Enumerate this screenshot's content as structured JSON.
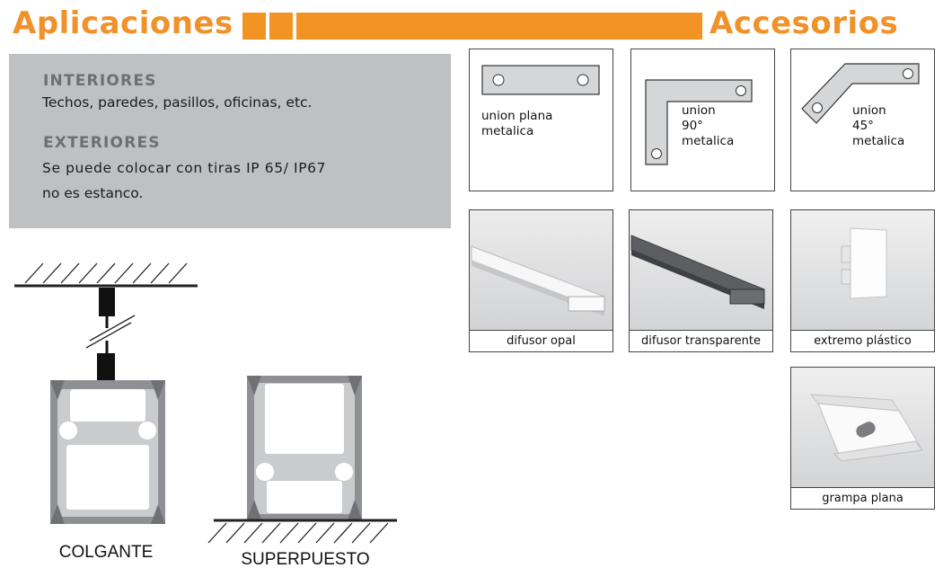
{
  "header": {
    "left_title": "Aplicaciones",
    "right_title": "Accesorios",
    "bar_color": "#F39323"
  },
  "applications": {
    "interiores_label": "INTERIORES",
    "interiores_text": "Techos, paredes, pasillos, oficinas, etc.",
    "exteriores_label": "EXTERIORES",
    "exteriores_line1": "Se puede colocar con tiras IP 65/ IP67",
    "exteriores_line2": "no es estanco."
  },
  "diagrams": {
    "colgante": "COLGANTE",
    "superpuesto": "SUPERPUESTO"
  },
  "accessories": {
    "union_plana": "union plana\nmetalica",
    "union_90": "union\n90°\nmetalica",
    "union_45": "union\n45°\nmetalica",
    "difusor_opal": "difusor opal",
    "difusor_transparente": "difusor transparente",
    "extremo_plastico": "extremo plástico",
    "grampa_plana": "grampa plana"
  }
}
